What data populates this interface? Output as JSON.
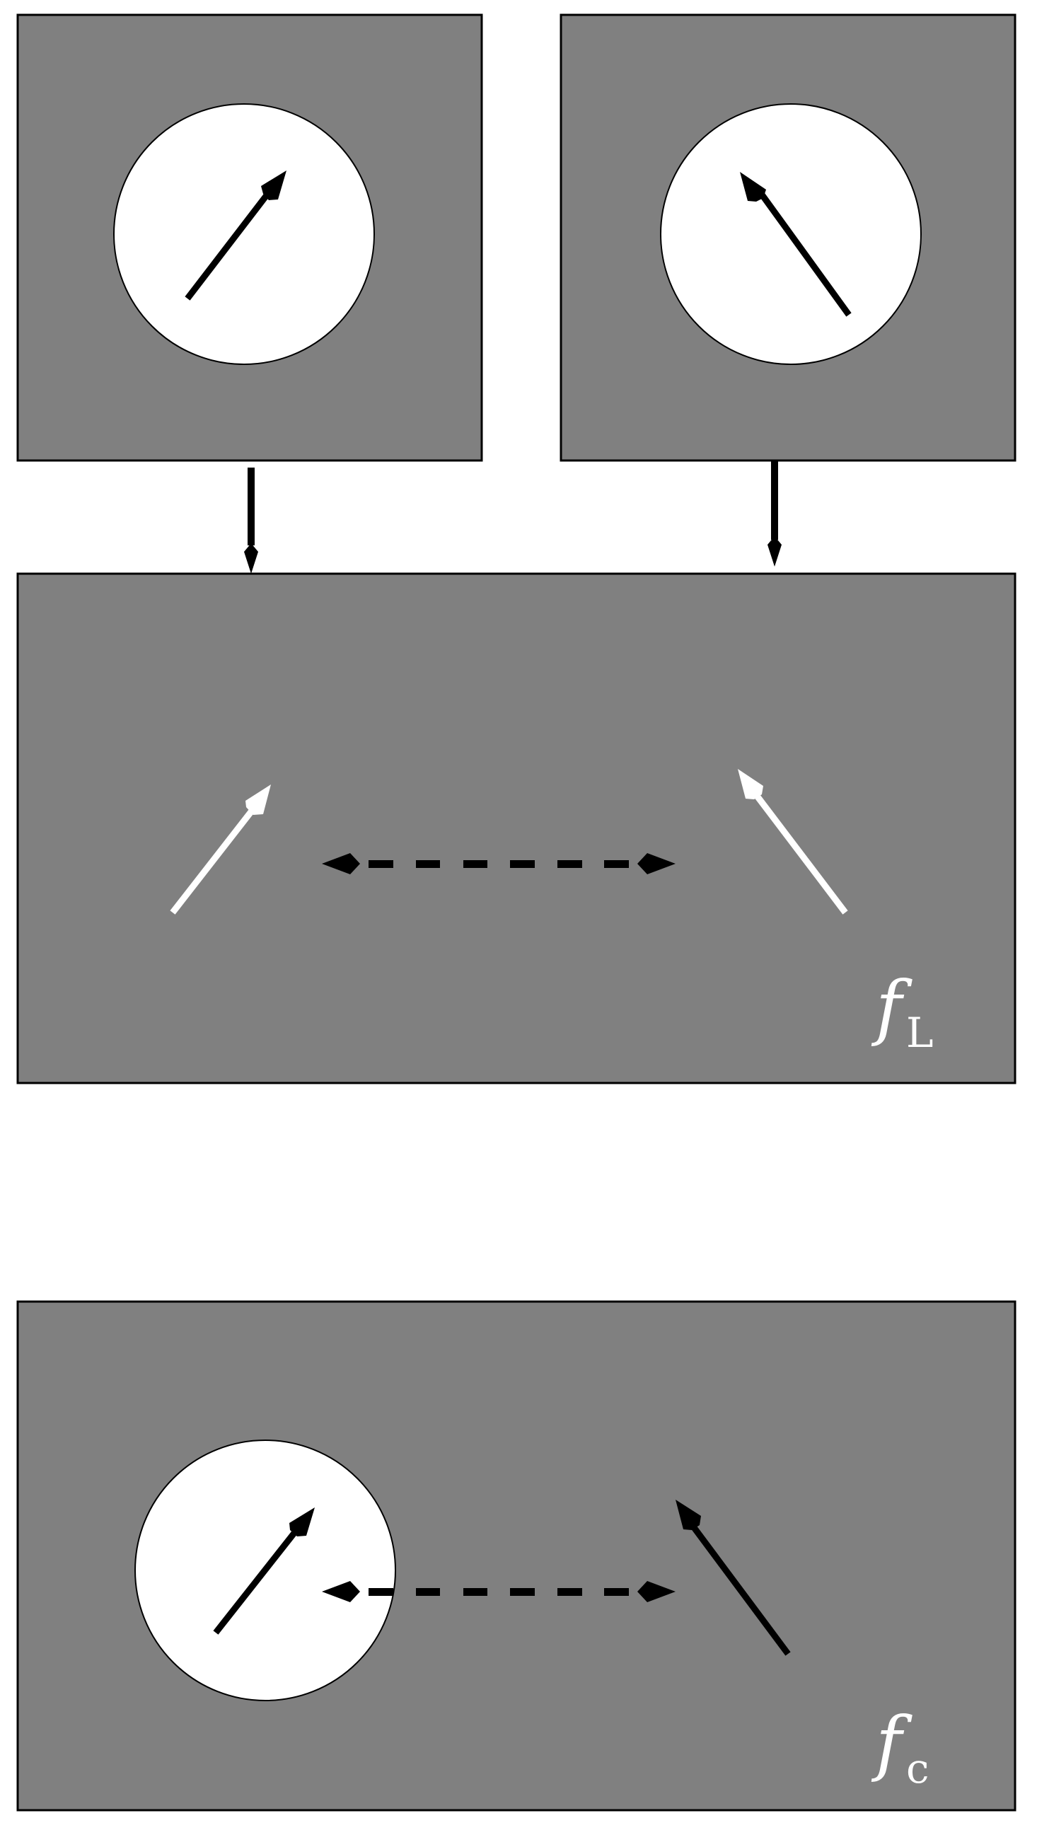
{
  "diagram": {
    "colors": {
      "panel_fill": "#808080",
      "panel_stroke": "#000000",
      "circle_fill": "#ffffff",
      "arrow_dark": "#000000",
      "arrow_light": "#ffffff",
      "label": "#ffffff"
    },
    "panels": {
      "top_left": {
        "description": "gray panel with white circular region containing black arrow pointing up-right"
      },
      "top_right": {
        "description": "gray panel with white circular region containing black arrow pointing up-left"
      },
      "middle": {
        "description": "combined panel with two white arrows and dashed double-headed arrow",
        "label_main": "f",
        "label_sub": "L"
      },
      "bottom": {
        "description": "panel with white circle containing black arrow, dashed double-headed arrow, and free black arrow",
        "label_main": "f",
        "label_sub": "c"
      }
    },
    "connectors": [
      {
        "from": "top_left",
        "to": "middle",
        "type": "solid-arrow-down"
      },
      {
        "from": "top_right",
        "to": "middle",
        "type": "solid-arrow-down"
      }
    ]
  }
}
